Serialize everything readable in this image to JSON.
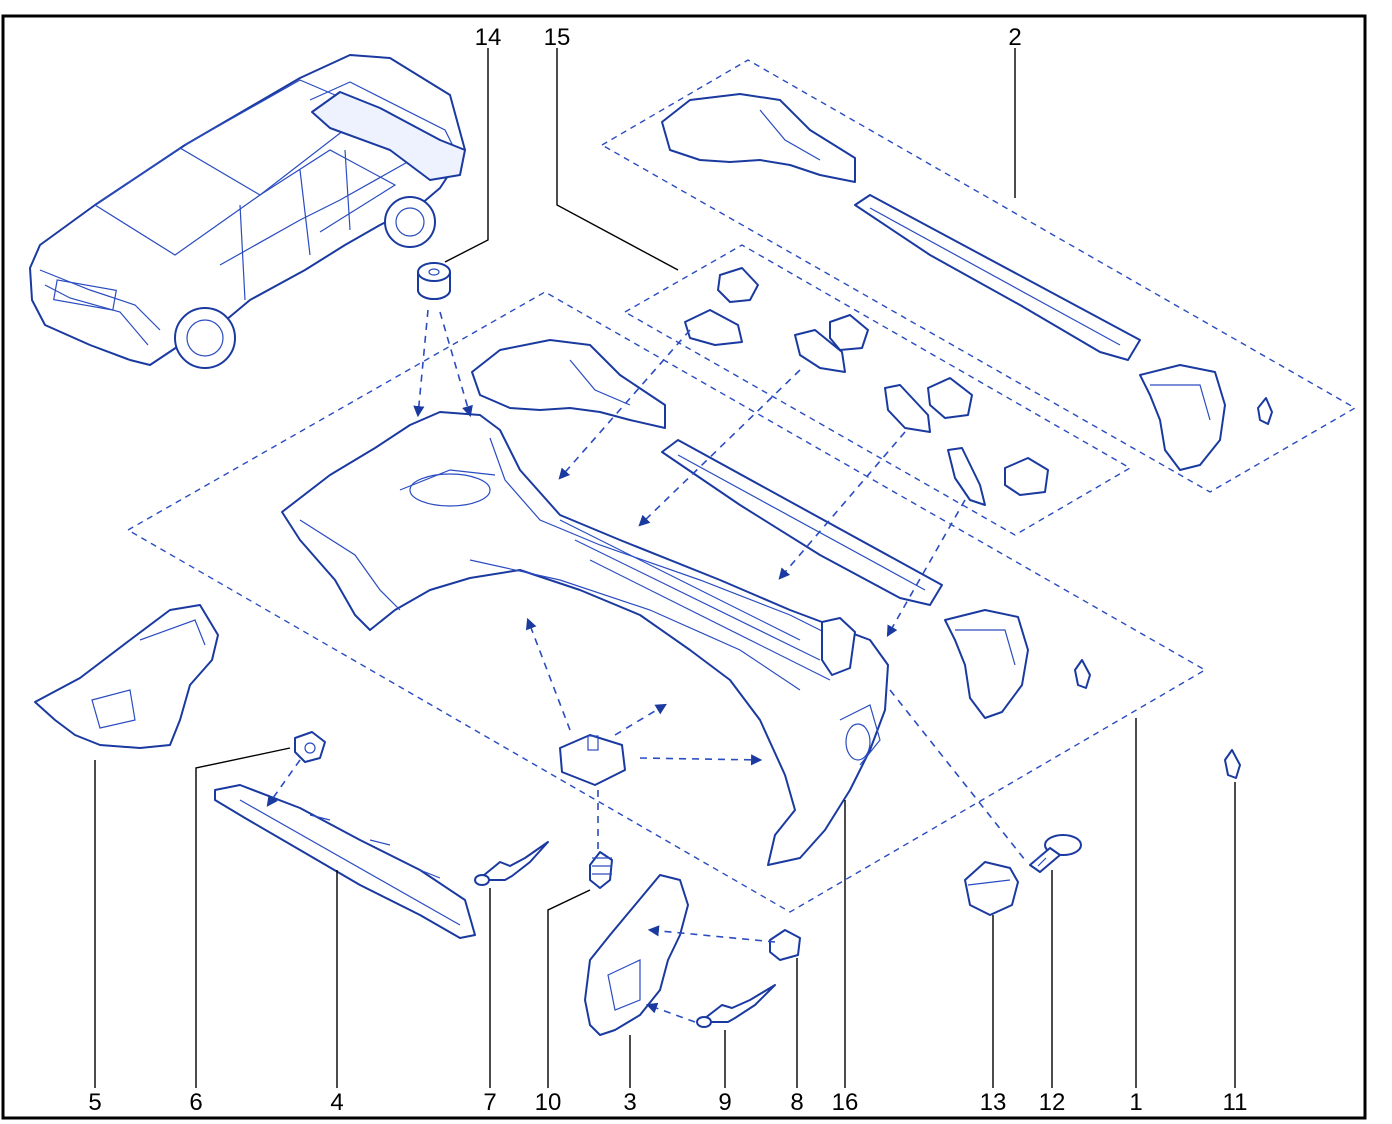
{
  "diagram": {
    "callouts": [
      {
        "label": "14"
      },
      {
        "label": "15"
      },
      {
        "label": "2"
      },
      {
        "label": "5"
      },
      {
        "label": "6"
      },
      {
        "label": "4"
      },
      {
        "label": "7"
      },
      {
        "label": "10"
      },
      {
        "label": "3"
      },
      {
        "label": "9"
      },
      {
        "label": "8"
      },
      {
        "label": "16"
      },
      {
        "label": "13"
      },
      {
        "label": "12"
      },
      {
        "label": "1"
      },
      {
        "label": "11"
      }
    ]
  },
  "colors": {
    "line": "#1a3aa0",
    "text": "#000000",
    "frame": "#000000"
  }
}
